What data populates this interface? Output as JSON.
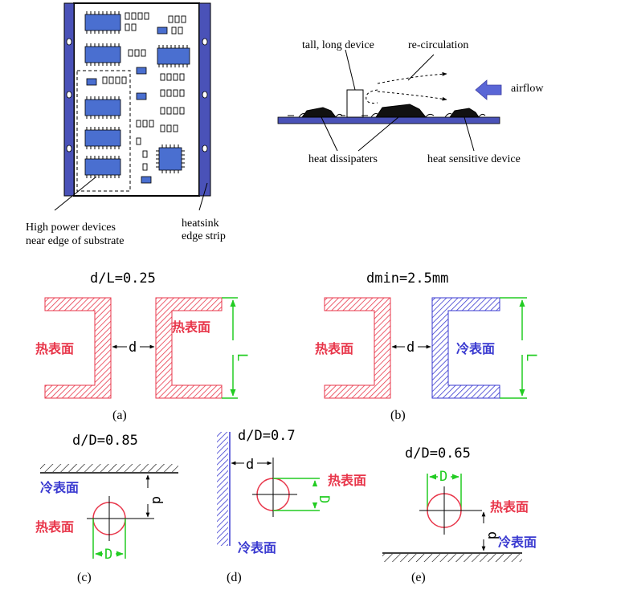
{
  "board": {
    "label_high_power_line1": "High power devices",
    "label_high_power_line2": "near edge of substrate",
    "label_heatsink_line1": "heatsink",
    "label_heatsink_line2": "edge strip"
  },
  "airflow": {
    "label_tall": "tall, long device",
    "label_recirc": "re-circulation",
    "label_airflow": "airflow",
    "label_dissipaters": "heat dissipaters",
    "label_sensitive": "heat sensitive device"
  },
  "spacing": {
    "a": {
      "title": "d/L=0.25",
      "caption": "(a)",
      "left_label": "热表面",
      "right_label": "热表面",
      "gap_label": "d",
      "length_label": "L"
    },
    "b": {
      "title": "dmin=2.5mm",
      "caption": "(b)",
      "left_label": "热表面",
      "right_label": "冷表面",
      "gap_label": "d",
      "length_label": "L"
    },
    "c": {
      "title": "d/D=0.85",
      "caption": "(c)",
      "cold_label": "冷表面",
      "hot_label": "热表面",
      "gap_label": "d",
      "diam_label": "D"
    },
    "d": {
      "title": "d/D=0.7",
      "caption": "(d)",
      "cold_label": "冷表面",
      "hot_label": "热表面",
      "gap_label": "d",
      "diam_label": "D"
    },
    "e": {
      "title": "d/D=0.65",
      "caption": "(e)",
      "cold_label": "冷表面",
      "hot_label": "热表面",
      "gap_label": "d",
      "diam_label": "D"
    }
  },
  "colors": {
    "hot": "#e8364a",
    "cold": "#3a3ad0",
    "dimension": "#22cc22",
    "chip": "#4a6fd0",
    "strip": "#4a52b8",
    "ink": "#000000"
  }
}
